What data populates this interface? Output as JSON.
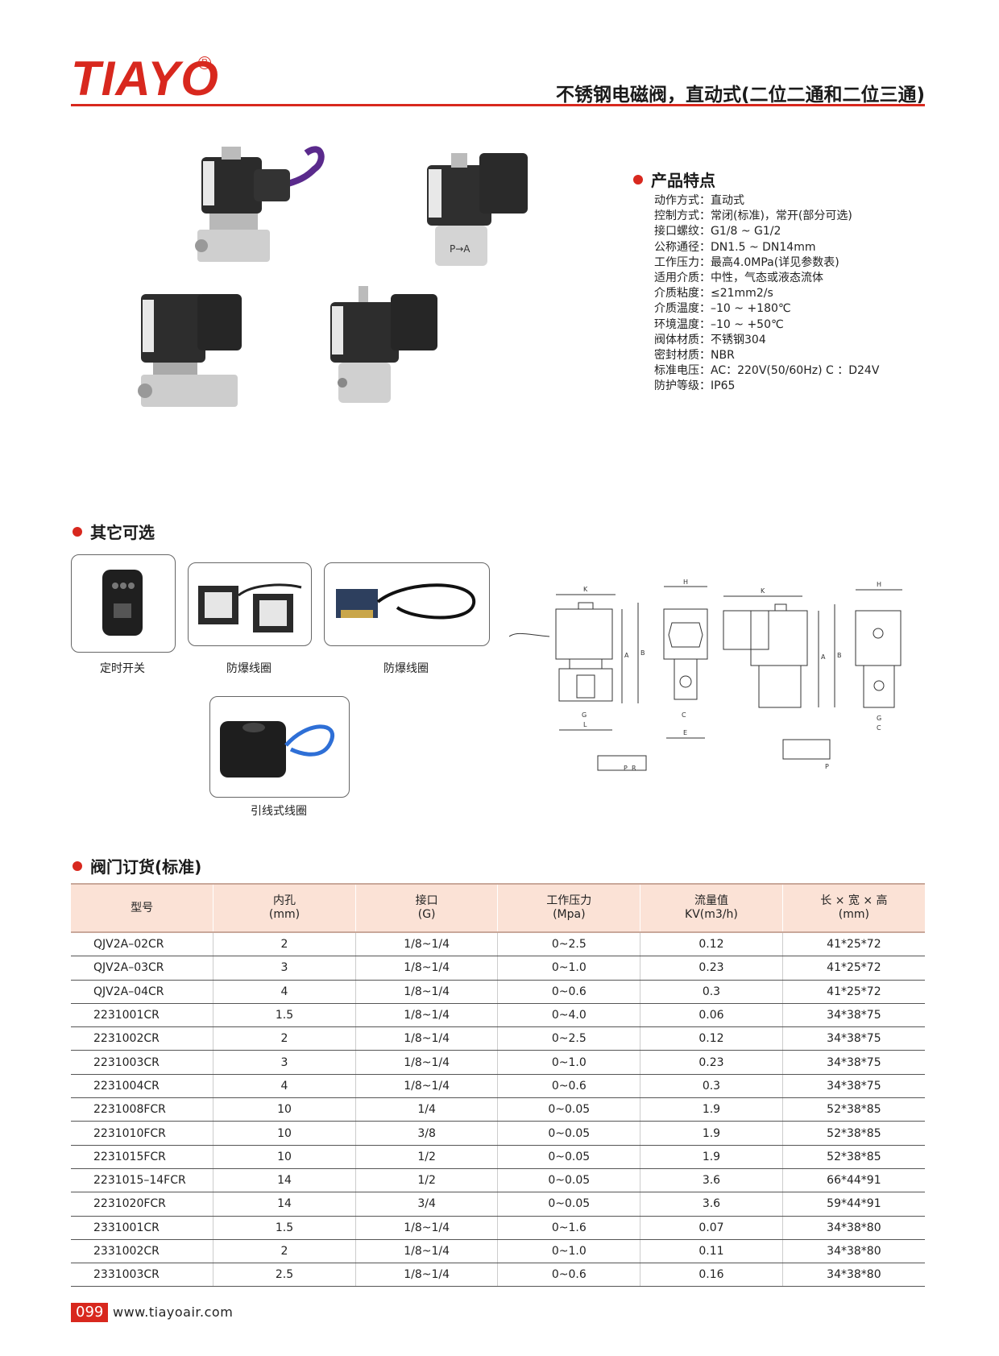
{
  "header": {
    "brand": "TIAYO",
    "registered_mark": "R",
    "title": "不锈钢电磁阀，直动式(二位二通和二位三通)"
  },
  "features": {
    "heading": "产品特点",
    "items": [
      {
        "label": "动作方式：",
        "value": "直动式"
      },
      {
        "label": "控制方式：",
        "value": "常闭(标准)，常开(部分可选)"
      },
      {
        "label": "接口螺纹：",
        "value": "G1/8 ~ G1/2"
      },
      {
        "label": "公称通径：",
        "value": "DN1.5 ~ DN14mm"
      },
      {
        "label": "工作压力：",
        "value": "最高4.0MPa(详见参数表)"
      },
      {
        "label": "适用介质：",
        "value": "中性，气态或液态流体"
      },
      {
        "label": "介质粘度：",
        "value": "≤21mm2/s"
      },
      {
        "label": "介质温度：",
        "value": "–10 ~ +180℃"
      },
      {
        "label": "环境温度：",
        "value": "–10 ~ +50℃"
      },
      {
        "label": "阀体材质：",
        "value": "不锈钢304"
      },
      {
        "label": "密封材质：",
        "value": "NBR"
      },
      {
        "label": "标准电压：",
        "value": "AC：220V(50/60Hz) C ：D24V"
      },
      {
        "label": "防护等级：",
        "value": "IP65"
      }
    ]
  },
  "products": {
    "port_marking": "P→A"
  },
  "options": {
    "heading": "其它可选",
    "items": [
      {
        "caption": "定时开关"
      },
      {
        "caption": "防爆线圈"
      },
      {
        "caption": "防爆线圈"
      },
      {
        "caption": "引线式线圈"
      }
    ]
  },
  "drawings": {
    "labels": {
      "K": "K",
      "H": "H",
      "A": "A",
      "B": "B",
      "L": "L",
      "G": "G",
      "C": "C",
      "E": "E",
      "P": "P",
      "R": "R"
    }
  },
  "ordering": {
    "heading": "阀门订货(标准)",
    "columns": [
      {
        "l1": "型号",
        "l2": ""
      },
      {
        "l1": "内孔",
        "l2": "(mm)"
      },
      {
        "l1": "接口",
        "l2": "(G)"
      },
      {
        "l1": "工作压力",
        "l2": "(Mpa)"
      },
      {
        "l1": "流量值",
        "l2": "KV(m3/h)"
      },
      {
        "l1": "长 × 宽 × 高",
        "l2": "(mm)"
      }
    ],
    "rows": [
      [
        "QJV2A–02CR",
        "2",
        "1/8~1/4",
        "0~2.5",
        "0.12",
        "41*25*72"
      ],
      [
        "QJV2A–03CR",
        "3",
        "1/8~1/4",
        "0~1.0",
        "0.23",
        "41*25*72"
      ],
      [
        "QJV2A–04CR",
        "4",
        "1/8~1/4",
        "0~0.6",
        "0.3",
        "41*25*72"
      ],
      [
        "2231001CR",
        "1.5",
        "1/8~1/4",
        "0~4.0",
        "0.06",
        "34*38*75"
      ],
      [
        "2231002CR",
        "2",
        "1/8~1/4",
        "0~2.5",
        "0.12",
        "34*38*75"
      ],
      [
        "2231003CR",
        "3",
        "1/8~1/4",
        "0~1.0",
        "0.23",
        "34*38*75"
      ],
      [
        "2231004CR",
        "4",
        "1/8~1/4",
        "0~0.6",
        "0.3",
        "34*38*75"
      ],
      [
        "2231008FCR",
        "10",
        "1/4",
        "0~0.05",
        "1.9",
        "52*38*85"
      ],
      [
        "2231010FCR",
        "10",
        "3/8",
        "0~0.05",
        "1.9",
        "52*38*85"
      ],
      [
        "2231015FCR",
        "10",
        "1/2",
        "0~0.05",
        "1.9",
        "52*38*85"
      ],
      [
        "2231015–14FCR",
        "14",
        "1/2",
        "0~0.05",
        "3.6",
        "66*44*91"
      ],
      [
        "2231020FCR",
        "14",
        "3/4",
        "0~0.05",
        "3.6",
        "59*44*91"
      ],
      [
        "2331001CR",
        "1.5",
        "1/8~1/4",
        "0~1.6",
        "0.07",
        "34*38*80"
      ],
      [
        "2331002CR",
        "2",
        "1/8~1/4",
        "0~1.0",
        "0.11",
        "34*38*80"
      ],
      [
        "2331003CR",
        "2.5",
        "1/8~1/4",
        "0~0.6",
        "0.16",
        "34*38*80"
      ]
    ]
  },
  "footer": {
    "page_number": "099",
    "website": "www.tiayoair.com"
  }
}
